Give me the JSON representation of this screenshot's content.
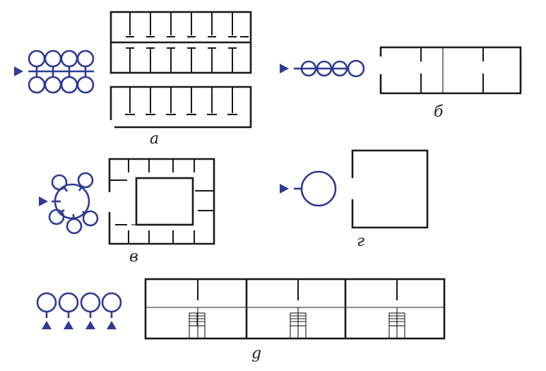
{
  "colors": {
    "accent": "#2f3b94",
    "line": "#1a1a1a"
  },
  "diagram": {
    "labels": {
      "a": "а",
      "b": "б",
      "v": "в",
      "g": "г",
      "d": "g"
    },
    "icons": [
      "arrow-triangle-icon",
      "circle-group-icon",
      "stair-icon"
    ]
  }
}
